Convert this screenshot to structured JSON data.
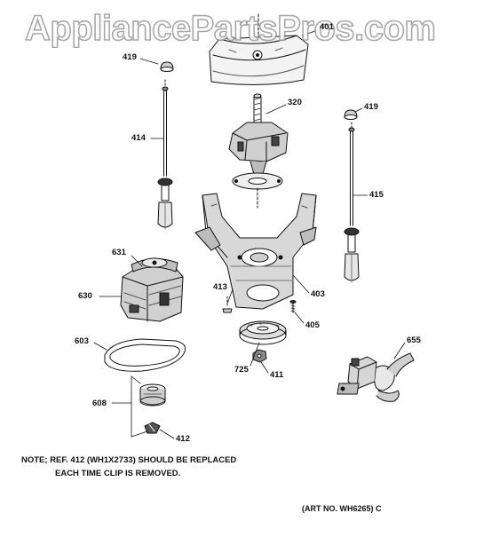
{
  "watermark": "AppliancePartsPros.com",
  "parts": [
    {
      "ref": "401",
      "label": "401"
    },
    {
      "ref": "419a",
      "label": "419"
    },
    {
      "ref": "320",
      "label": "320"
    },
    {
      "ref": "419b",
      "label": "419"
    },
    {
      "ref": "414",
      "label": "414"
    },
    {
      "ref": "415",
      "label": "415"
    },
    {
      "ref": "631",
      "label": "631"
    },
    {
      "ref": "630",
      "label": "630"
    },
    {
      "ref": "413",
      "label": "413"
    },
    {
      "ref": "403",
      "label": "403"
    },
    {
      "ref": "405",
      "label": "405"
    },
    {
      "ref": "603",
      "label": "603"
    },
    {
      "ref": "655",
      "label": "655"
    },
    {
      "ref": "725",
      "label": "725"
    },
    {
      "ref": "411",
      "label": "411"
    },
    {
      "ref": "608",
      "label": "608"
    },
    {
      "ref": "412",
      "label": "412"
    }
  ],
  "note": {
    "line1": "NOTE; REF. 412 (WH1X2733) SHOULD BE REPLACED",
    "line2": "EACH TIME CLIP IS REMOVED."
  },
  "art_number": "(ART NO. WH6265) C"
}
